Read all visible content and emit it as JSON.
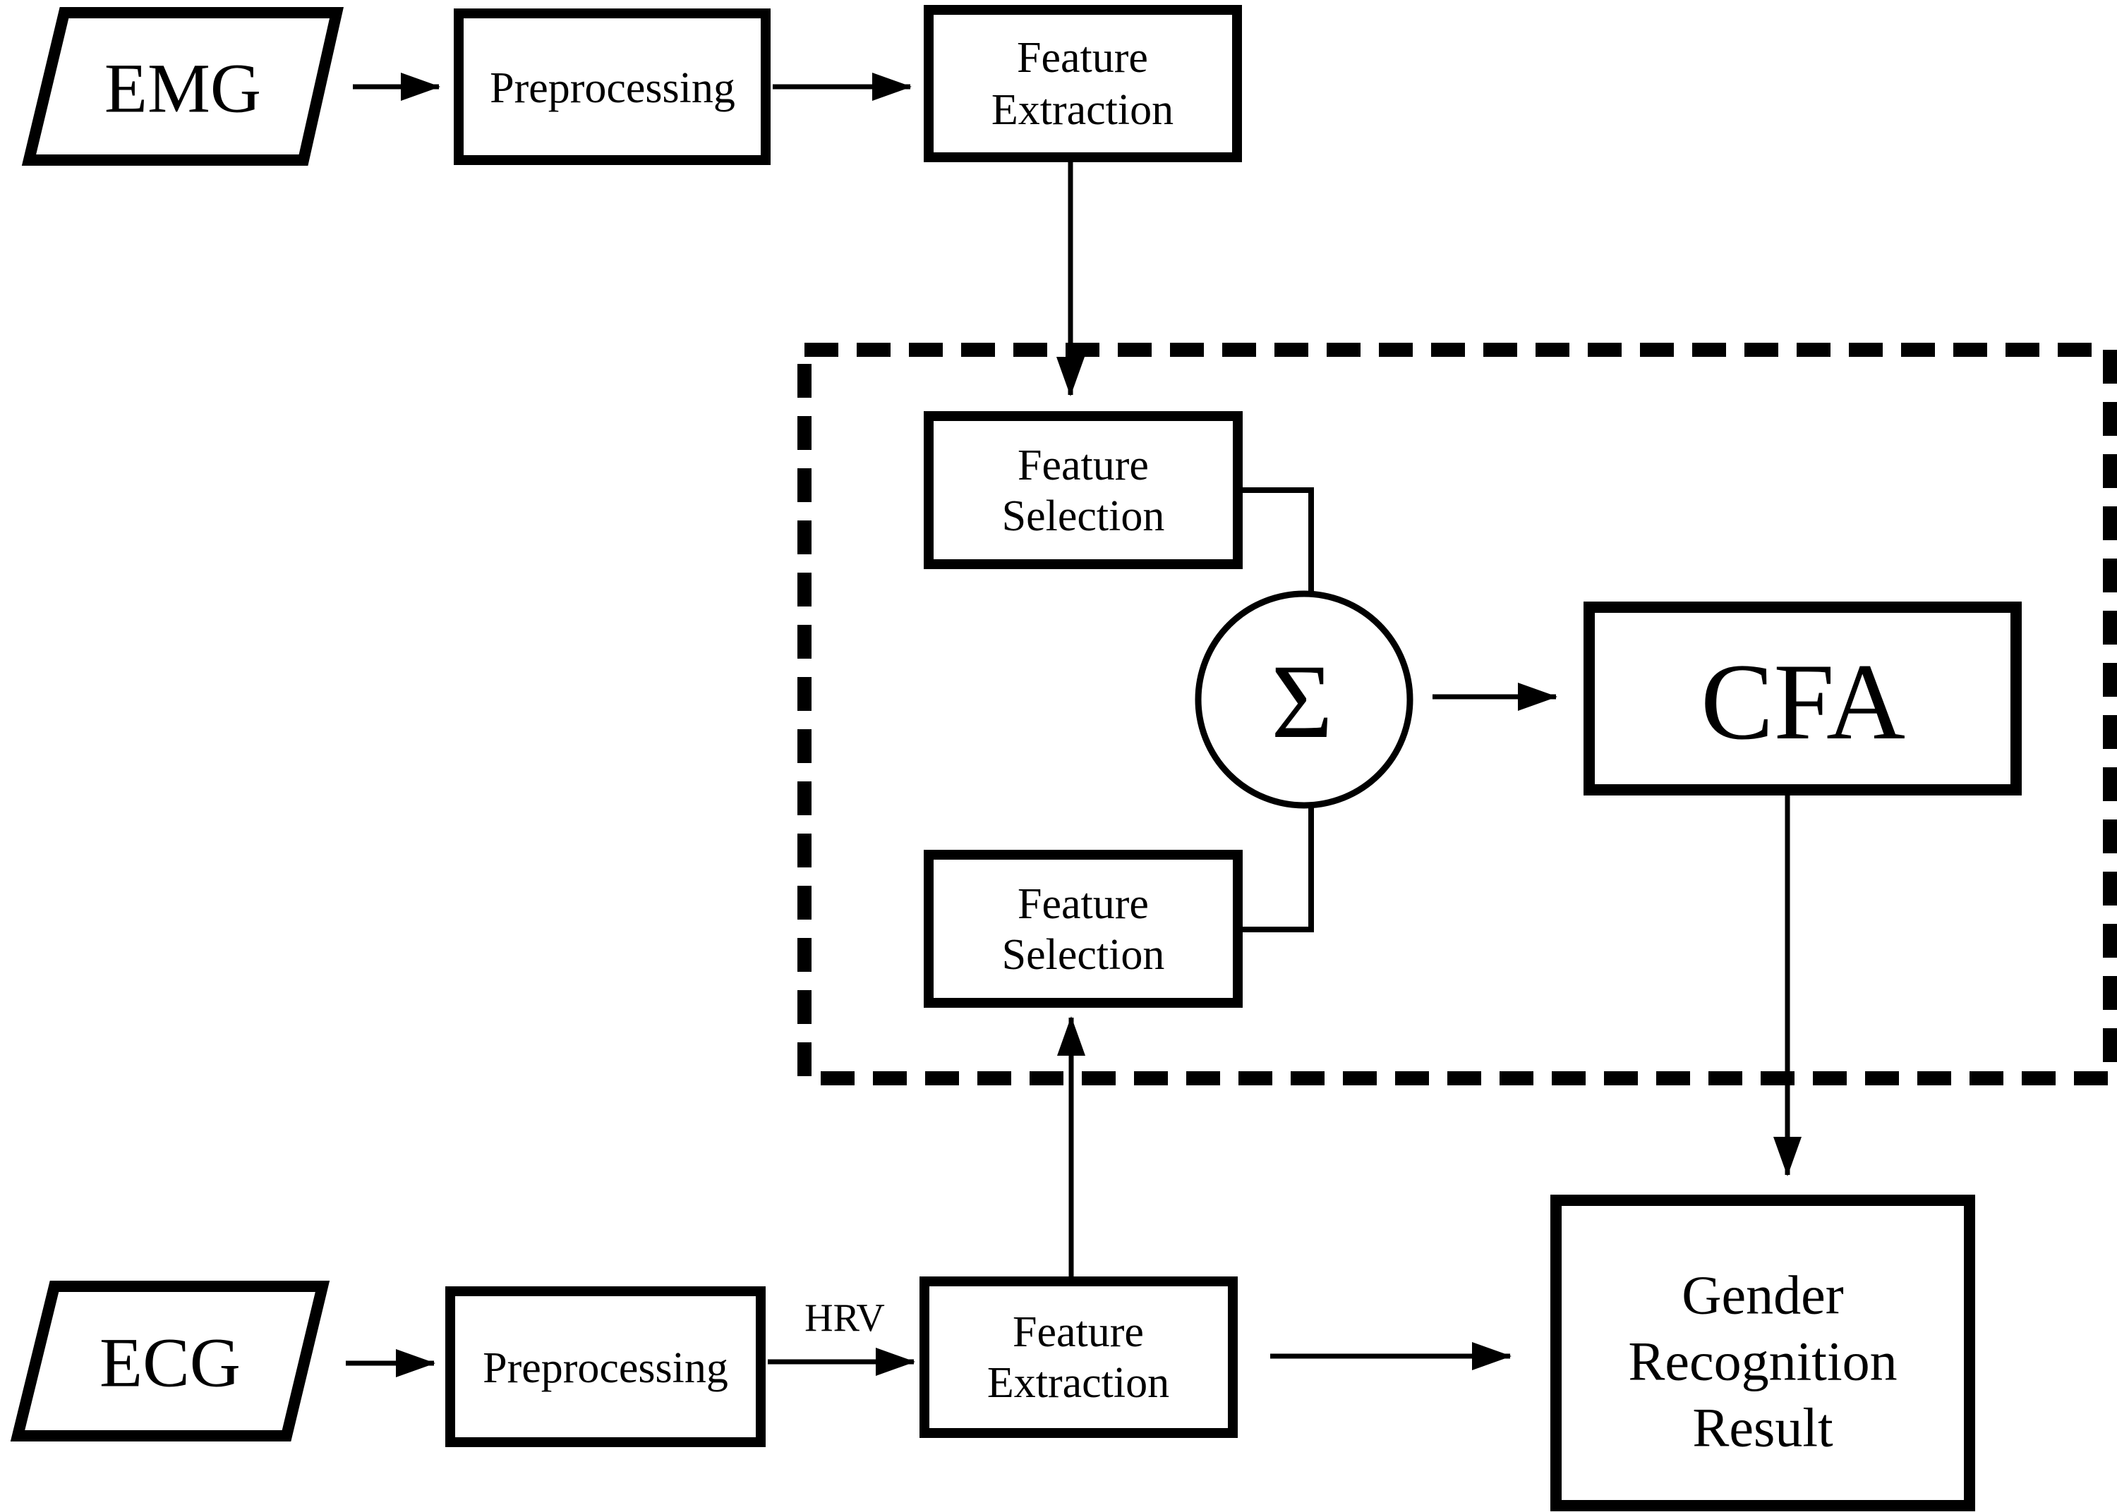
{
  "figure": {
    "background": "#ffffff",
    "line_color": "#000000"
  },
  "nodes": {
    "emg": {
      "label": "EMG"
    },
    "preprocessing_top": {
      "label": "Preprocessing"
    },
    "feature_extraction_top": {
      "lines": [
        "Feature",
        "Extraction"
      ]
    },
    "feature_selection_top": {
      "lines": [
        "Feature",
        "Selection"
      ]
    },
    "feature_selection_bottom": {
      "lines": [
        "Feature",
        "Selection"
      ]
    },
    "sum": {
      "label": "Σ"
    },
    "cfa": {
      "label": "CFA"
    },
    "ecg": {
      "label": "ECG"
    },
    "preprocessing_bottom": {
      "label": "Preprocessing"
    },
    "feature_extraction_bottom": {
      "lines": [
        "Feature",
        "Extraction"
      ]
    },
    "gender_result": {
      "lines": [
        "Gender",
        "Recognition",
        "Result"
      ]
    }
  },
  "edge_labels": {
    "hrv": "HRV"
  }
}
